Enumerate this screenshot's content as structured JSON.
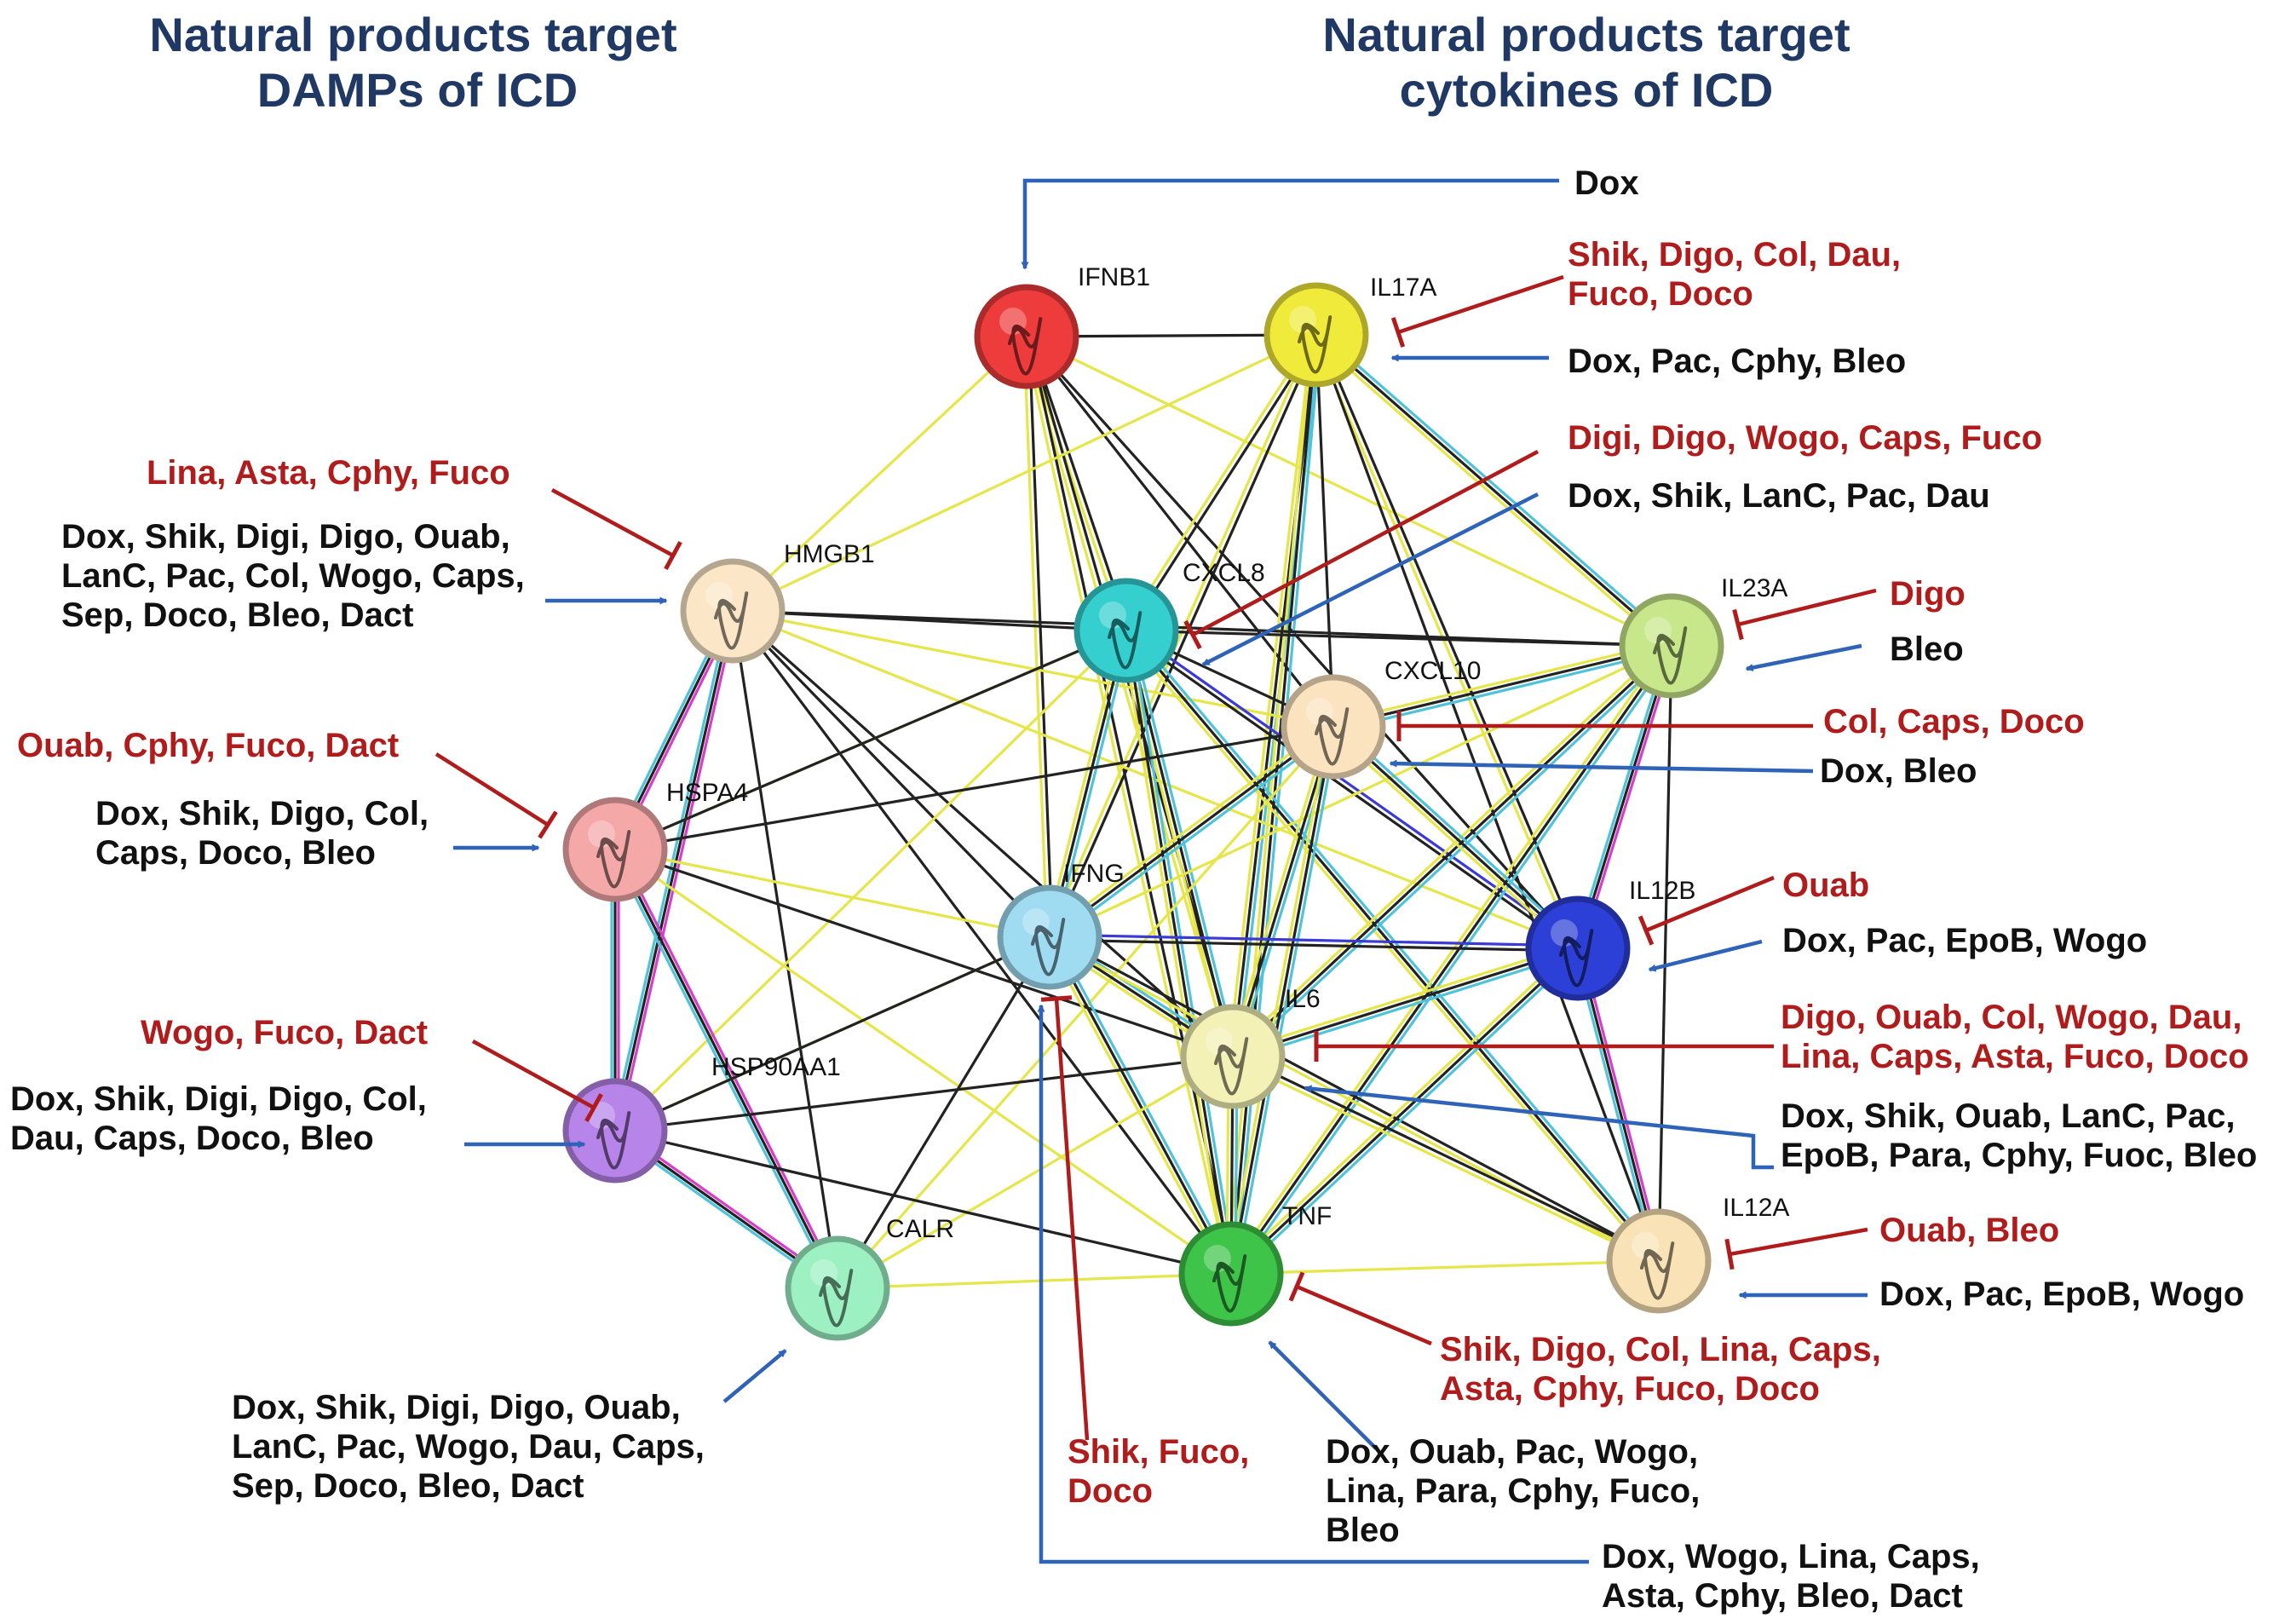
{
  "titles": {
    "left": [
      "Natural products target",
      "DAMPs of ICD"
    ],
    "right": [
      "Natural products target",
      "cytokines of ICD"
    ]
  },
  "colors": {
    "title": "#1f3864",
    "inhibit": "#b01c1c",
    "activate": "#2e63b8",
    "activate_text": "#111111",
    "edge_black": "#222222",
    "edge_yellow": "#e6e64a",
    "edge_cyan": "#4fc3d9",
    "edge_magenta": "#d63fc9",
    "edge_blue": "#3a3ad6"
  },
  "nodes": [
    {
      "id": "IFNB1",
      "label": "IFNB1",
      "color": "#ee3b3b"
    },
    {
      "id": "IL17A",
      "label": "IL17A",
      "color": "#f0ea3a"
    },
    {
      "id": "HMGB1",
      "label": "HMGB1",
      "color": "#fbe7c8"
    },
    {
      "id": "CXCL8",
      "label": "CXCL8",
      "color": "#35cfcf"
    },
    {
      "id": "IL23A",
      "label": "IL23A",
      "color": "#c8e68a"
    },
    {
      "id": "CXCL10",
      "label": "CXCL10",
      "color": "#fbe3bf"
    },
    {
      "id": "HSPA4",
      "label": "HSPA4",
      "color": "#f4a8a8"
    },
    {
      "id": "IFNG",
      "label": "IFNG",
      "color": "#9fdcf2"
    },
    {
      "id": "IL12B",
      "label": "IL12B",
      "color": "#2c3fd6"
    },
    {
      "id": "IL6",
      "label": "IL6",
      "color": "#f3f1b6"
    },
    {
      "id": "HSP90AA1",
      "label": "HSP90AA1",
      "color": "#b784ea"
    },
    {
      "id": "CALR",
      "label": "CALR",
      "color": "#9cf0c2"
    },
    {
      "id": "TNF",
      "label": "TNF",
      "color": "#3fc44a"
    },
    {
      "id": "IL12A",
      "label": "IL12A",
      "color": "#f9e3b6"
    }
  ],
  "edges": [
    [
      "IFNB1",
      "IL17A",
      "bk"
    ],
    [
      "IFNB1",
      "CXCL8",
      "by"
    ],
    [
      "IFNB1",
      "IFNG",
      "by"
    ],
    [
      "IFNB1",
      "IL6",
      "by"
    ],
    [
      "IFNB1",
      "TNF",
      "by"
    ],
    [
      "IFNB1",
      "HMGB1",
      "y"
    ],
    [
      "IFNB1",
      "CXCL10",
      "bk"
    ],
    [
      "IFNB1",
      "IL23A",
      "y"
    ],
    [
      "IFNB1",
      "IL12B",
      "bk"
    ],
    [
      "IL17A",
      "CXCL8",
      "by"
    ],
    [
      "IL17A",
      "IL6",
      "byc"
    ],
    [
      "IL17A",
      "TNF",
      "byc"
    ],
    [
      "IL17A",
      "IL23A",
      "byc"
    ],
    [
      "IL17A",
      "CXCL10",
      "bk"
    ],
    [
      "IL17A",
      "IFNG",
      "by"
    ],
    [
      "IL17A",
      "IL12B",
      "by"
    ],
    [
      "IL17A",
      "IL12A",
      "bk"
    ],
    [
      "IL17A",
      "HMGB1",
      "y"
    ],
    [
      "HMGB1",
      "CXCL8",
      "bk"
    ],
    [
      "HMGB1",
      "CXCL10",
      "y"
    ],
    [
      "HMGB1",
      "IL23A",
      "bk"
    ],
    [
      "HMGB1",
      "IFNG",
      "bk"
    ],
    [
      "HMGB1",
      "IL6",
      "bk"
    ],
    [
      "HMGB1",
      "TNF",
      "bk"
    ],
    [
      "HMGB1",
      "HSPA4",
      "mc"
    ],
    [
      "HMGB1",
      "HSP90AA1",
      "mc"
    ],
    [
      "HMGB1",
      "CALR",
      "bk"
    ],
    [
      "HMGB1",
      "IL12B",
      "y"
    ],
    [
      "CXCL8",
      "CXCL10",
      "bk"
    ],
    [
      "CXCL8",
      "IL23A",
      "bk"
    ],
    [
      "CXCL8",
      "IFNG",
      "byc"
    ],
    [
      "CXCL8",
      "IL6",
      "byc"
    ],
    [
      "CXCL8",
      "TNF",
      "byc"
    ],
    [
      "CXCL8",
      "IL12B",
      "bl"
    ],
    [
      "CXCL8",
      "IL12A",
      "byc"
    ],
    [
      "CXCL8",
      "HSPA4",
      "y"
    ],
    [
      "CXCL8",
      "HSP90AA1",
      "y"
    ],
    [
      "IL23A",
      "CXCL10",
      "byc"
    ],
    [
      "IL23A",
      "IL6",
      "byc"
    ],
    [
      "IL23A",
      "TNF",
      "byc"
    ],
    [
      "IL23A",
      "IL12B",
      "mc"
    ],
    [
      "IL23A",
      "IL12A",
      "bk"
    ],
    [
      "IL23A",
      "IFNG",
      "y"
    ],
    [
      "CXCL10",
      "IFNG",
      "byc"
    ],
    [
      "CXCL10",
      "IL6",
      "byc"
    ],
    [
      "CXCL10",
      "TNF",
      "byc"
    ],
    [
      "CXCL10",
      "IL12B",
      "byc"
    ],
    [
      "CXCL10",
      "HSPA4",
      "bk"
    ],
    [
      "CXCL10",
      "CALR",
      "y"
    ],
    [
      "HSPA4",
      "HSP90AA1",
      "mc"
    ],
    [
      "HSPA4",
      "CALR",
      "mc"
    ],
    [
      "HSPA4",
      "IFNG",
      "y"
    ],
    [
      "HSPA4",
      "IL6",
      "bk"
    ],
    [
      "HSPA4",
      "TNF",
      "y"
    ],
    [
      "HSPA4",
      "CXCL8",
      "bk"
    ],
    [
      "IFNG",
      "IL12B",
      "bl"
    ],
    [
      "IFNG",
      "IL6",
      "byc"
    ],
    [
      "IFNG",
      "TNF",
      "byc"
    ],
    [
      "IFNG",
      "IL12A",
      "by"
    ],
    [
      "IFNG",
      "HSP90AA1",
      "y"
    ],
    [
      "IFNG",
      "CALR",
      "bk"
    ],
    [
      "IL12B",
      "IL12A",
      "mc"
    ],
    [
      "IL12B",
      "IL6",
      "byc"
    ],
    [
      "IL12B",
      "TNF",
      "byc"
    ],
    [
      "IL6",
      "TNF",
      "byc"
    ],
    [
      "IL6",
      "IL12A",
      "by"
    ],
    [
      "IL6",
      "HSP90AA1",
      "bk"
    ],
    [
      "IL6",
      "CALR",
      "y"
    ],
    [
      "HSP90AA1",
      "CALR",
      "mc"
    ],
    [
      "HSP90AA1",
      "TNF",
      "bk"
    ],
    [
      "HSP90AA1",
      "IFNG",
      "bk"
    ],
    [
      "CALR",
      "TNF",
      "y"
    ],
    [
      "TNF",
      "IL12A",
      "y"
    ]
  ],
  "groups": [
    {
      "id": "g-hmgb1",
      "inhibit": [
        "Lina, Asta, Cphy, Fuco"
      ],
      "activate": [
        "Dox, Shik, Digi, Digo, Ouab,",
        "LanC, Pac, Col, Wogo, Caps,",
        "Sep, Doco, Bleo, Dact"
      ]
    },
    {
      "id": "g-hspa4",
      "inhibit": [
        "Ouab, Cphy, Fuco, Dact"
      ],
      "activate": [
        "Dox, Shik, Digo, Col,",
        "Caps, Doco, Bleo"
      ]
    },
    {
      "id": "g-hsp90aa1",
      "inhibit": [
        "Wogo, Fuco, Dact"
      ],
      "activate": [
        "Dox, Shik, Digi, Digo, Col,",
        "Dau, Caps, Doco, Bleo"
      ]
    },
    {
      "id": "g-calr",
      "activate": [
        "Dox, Shik, Digi, Digo, Ouab,",
        "LanC, Pac, Wogo, Dau, Caps,",
        "Sep, Doco, Bleo, Dact"
      ]
    },
    {
      "id": "g-ifnb1",
      "activate": [
        "Dox"
      ]
    },
    {
      "id": "g-il17a",
      "inhibit": [
        "Shik, Digo, Col, Dau,",
        "Fuco, Doco"
      ],
      "activate": [
        "Dox, Pac, Cphy, Bleo"
      ]
    },
    {
      "id": "g-cxcl8",
      "inhibit": [
        "Digi, Digo, Wogo, Caps, Fuco"
      ],
      "activate": [
        "Dox, Shik, LanC, Pac, Dau"
      ]
    },
    {
      "id": "g-il23a",
      "inhibit": [
        "Digo"
      ],
      "activate": [
        "Bleo"
      ]
    },
    {
      "id": "g-cxcl10",
      "inhibit": [
        "Col, Caps, Doco"
      ],
      "activate": [
        "Dox, Bleo"
      ]
    },
    {
      "id": "g-il12b",
      "inhibit": [
        "Ouab"
      ],
      "activate": [
        "Dox, Pac, EpoB, Wogo"
      ]
    },
    {
      "id": "g-il6",
      "inhibit": [
        "Digo, Ouab, Col, Wogo, Dau,",
        "Lina, Caps, Asta, Fuco, Doco"
      ],
      "activate": [
        "Dox, Shik, Ouab, LanC, Pac,",
        "EpoB, Para, Cphy, Fuoc, Bleo"
      ]
    },
    {
      "id": "g-il12a",
      "inhibit": [
        "Ouab, Bleo"
      ],
      "activate": [
        "Dox, Pac, EpoB, Wogo"
      ]
    },
    {
      "id": "g-tnf",
      "inhibit": [
        "Shik, Digo, Col, Lina, Caps,",
        "Asta, Cphy, Fuco, Doco"
      ],
      "activate": [
        "Dox, Ouab, Pac, Wogo,",
        "Lina, Para, Cphy, Fuco,",
        "Bleo"
      ]
    },
    {
      "id": "g-ifng",
      "inhibit": [
        "Shik, Fuco,",
        "Doco"
      ],
      "activate": [
        "Dox, Wogo, Lina, Caps,",
        "Asta, Cphy, Bleo, Dact"
      ]
    }
  ]
}
